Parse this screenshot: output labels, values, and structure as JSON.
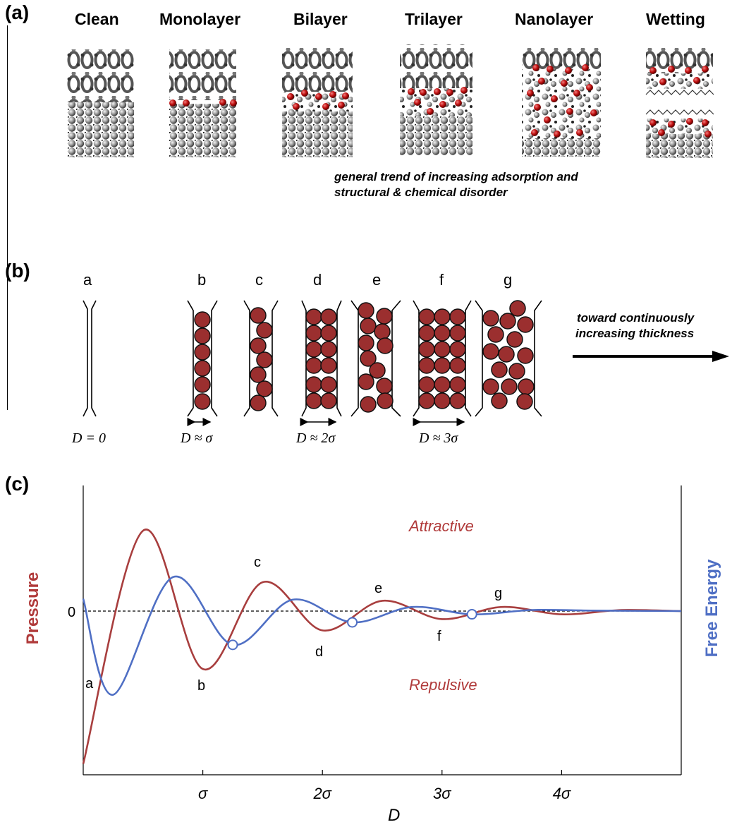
{
  "panel_a": {
    "label": "(a)",
    "columns": [
      "Clean",
      "Monolayer",
      "Bilayer",
      "Trilayer",
      "Nanolayer",
      "Wetting"
    ],
    "trend_line1": "general trend of increasing adsorption and",
    "trend_line2": "structural & chemical disorder"
  },
  "panel_b": {
    "label": "(b)",
    "letters": [
      "a",
      "b",
      "c",
      "d",
      "e",
      "f",
      "g"
    ],
    "gaps": [
      "D = 0",
      "D ≈ σ",
      "D ≈ 2σ",
      "D ≈ 3σ"
    ],
    "toward_line1": "toward continuously",
    "toward_line2": "increasing thickness"
  },
  "panel_c": {
    "label": "(c)",
    "zero_label": "0",
    "attractive": "Attractive",
    "repulsive": "Repulsive",
    "point_labels": [
      "a",
      "b",
      "c",
      "d",
      "e",
      "f",
      "g"
    ]
  },
  "chart_data": {
    "type": "line",
    "xlabel": "D",
    "ylabel_left": "Pressure",
    "ylabel_right": "Free Energy",
    "x_ticks": [
      "σ",
      "2σ",
      "3σ",
      "4σ"
    ],
    "xlim": [
      0,
      5
    ],
    "ylim": [
      -1,
      1
    ],
    "series": [
      {
        "name": "Pressure",
        "color": "#a83e3e",
        "x": [
          0,
          0.5,
          1.0,
          1.5,
          2.0,
          2.5,
          3.0,
          3.5,
          4.0,
          4.5,
          5.0
        ],
        "y": [
          -0.95,
          0.78,
          -0.36,
          0.28,
          -0.12,
          0.1,
          -0.05,
          0.04,
          -0.02,
          0.01,
          0
        ]
      },
      {
        "name": "Free Energy",
        "color": "#4f6fc4",
        "x": [
          0,
          0.25,
          0.75,
          1.25,
          1.75,
          2.25,
          2.75,
          3.25,
          3.75,
          4.25,
          5.0
        ],
        "y": [
          0.12,
          -0.52,
          0.33,
          -0.21,
          0.11,
          -0.07,
          0.04,
          -0.02,
          0.01,
          0.005,
          0
        ]
      },
      {
        "name": "",
        "color": "#4f6fc4",
        "marker": "open-circle",
        "x": [
          1.25,
          2.25,
          3.25
        ],
        "y": [
          -0.21,
          -0.07,
          -0.02
        ]
      }
    ]
  }
}
